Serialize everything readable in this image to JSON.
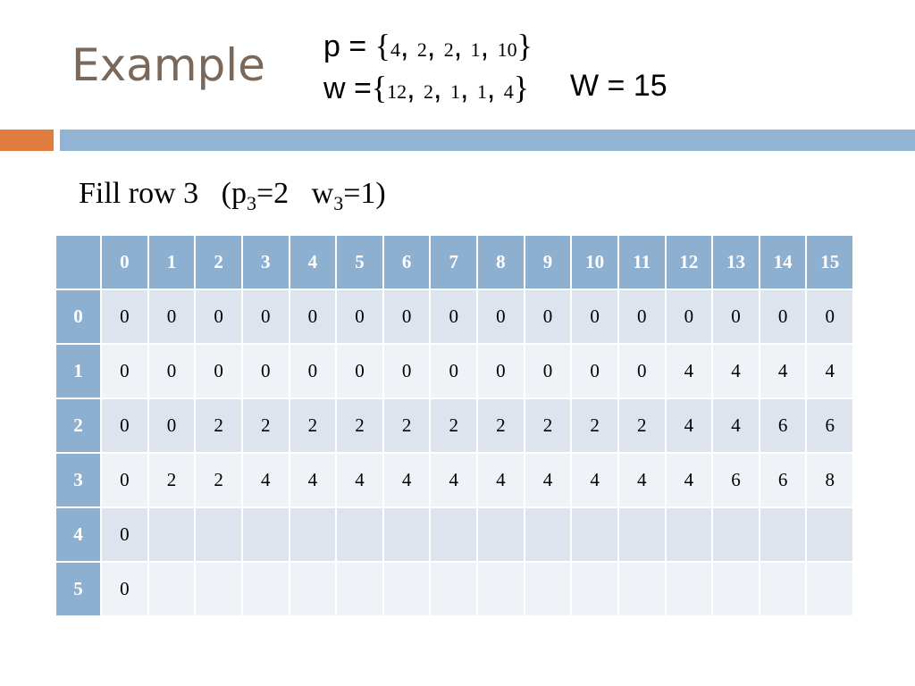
{
  "title": "Example",
  "p_label": "p = ",
  "w_label": "w =",
  "p_values": [
    "4",
    "2",
    "2",
    "1",
    "10"
  ],
  "w_values": [
    "12",
    "2",
    "1",
    "1",
    "4"
  ],
  "capacity": "W = 15",
  "subtitle": {
    "prefix": "Fill row 3   (p",
    "p_sub": "3",
    "mid": "=2   w",
    "w_sub": "3",
    "suffix": "=1)"
  },
  "table": {
    "headers": [
      "",
      "0",
      "1",
      "2",
      "3",
      "4",
      "5",
      "6",
      "7",
      "8",
      "9",
      "10",
      "11",
      "12",
      "13",
      "14",
      "15"
    ],
    "rows": [
      {
        "label": "0",
        "cells": [
          "0",
          "0",
          "0",
          "0",
          "0",
          "0",
          "0",
          "0",
          "0",
          "0",
          "0",
          "0",
          "0",
          "0",
          "0",
          "0"
        ]
      },
      {
        "label": "1",
        "cells": [
          "0",
          "0",
          "0",
          "0",
          "0",
          "0",
          "0",
          "0",
          "0",
          "0",
          "0",
          "0",
          "4",
          "4",
          "4",
          "4"
        ]
      },
      {
        "label": "2",
        "cells": [
          "0",
          "0",
          "2",
          "2",
          "2",
          "2",
          "2",
          "2",
          "2",
          "2",
          "2",
          "2",
          "4",
          "4",
          "6",
          "6"
        ]
      },
      {
        "label": "3",
        "cells": [
          "0",
          "2",
          "2",
          "4",
          "4",
          "4",
          "4",
          "4",
          "4",
          "4",
          "4",
          "4",
          "4",
          "6",
          "6",
          "8"
        ]
      },
      {
        "label": "4",
        "cells": [
          "0",
          "",
          "",
          "",
          "",
          "",
          "",
          "",
          "",
          "",
          "",
          "",
          "",
          "",
          "",
          ""
        ]
      },
      {
        "label": "5",
        "cells": [
          "0",
          "",
          "",
          "",
          "",
          "",
          "",
          "",
          "",
          "",
          "",
          "",
          "",
          "",
          "",
          ""
        ]
      }
    ]
  },
  "colors": {
    "title": "#7a685a",
    "accent_orange": "#e07d3f",
    "accent_blue": "#92b4d4",
    "header_fill": "#8eb0d0",
    "row_fill_dark": "#dde4ee",
    "row_fill_light": "#eff2f7"
  }
}
